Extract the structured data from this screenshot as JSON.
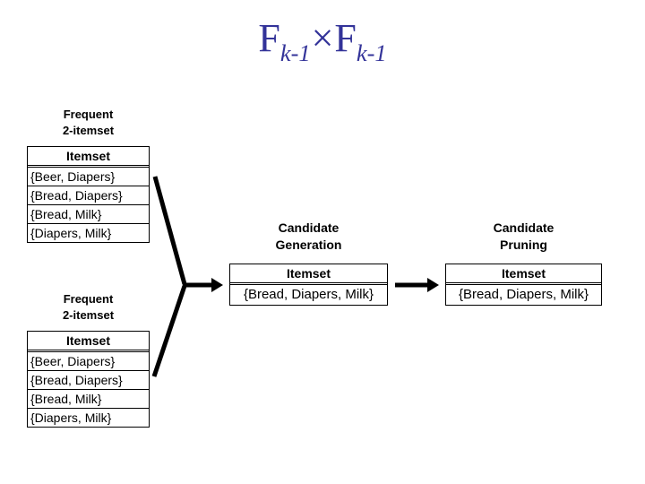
{
  "title": {
    "f": "F",
    "sub": "k-1",
    "times": "×"
  },
  "colors": {
    "title": "#333399",
    "line": "#000000",
    "border": "#000000",
    "background": "#ffffff"
  },
  "left_top": {
    "label1": "Frequent",
    "label2": "2-itemset",
    "header": "Itemset",
    "rows": [
      "{Beer, Diapers}",
      "{Bread, Diapers}",
      "{Bread, Milk}",
      "{Diapers, Milk}"
    ]
  },
  "left_bottom": {
    "label1": "Frequent",
    "label2": "2-itemset",
    "header": "Itemset",
    "rows": [
      "{Beer, Diapers}",
      "{Bread, Diapers}",
      "{Bread, Milk}",
      "{Diapers, Milk}"
    ]
  },
  "generation": {
    "label1": "Candidate",
    "label2": "Generation",
    "header": "Itemset",
    "rows": [
      "{Bread, Diapers, Milk}"
    ]
  },
  "pruning": {
    "label1": "Candidate",
    "label2": "Pruning",
    "header": "Itemset",
    "rows": [
      "{Bread, Diapers, Milk}"
    ]
  }
}
